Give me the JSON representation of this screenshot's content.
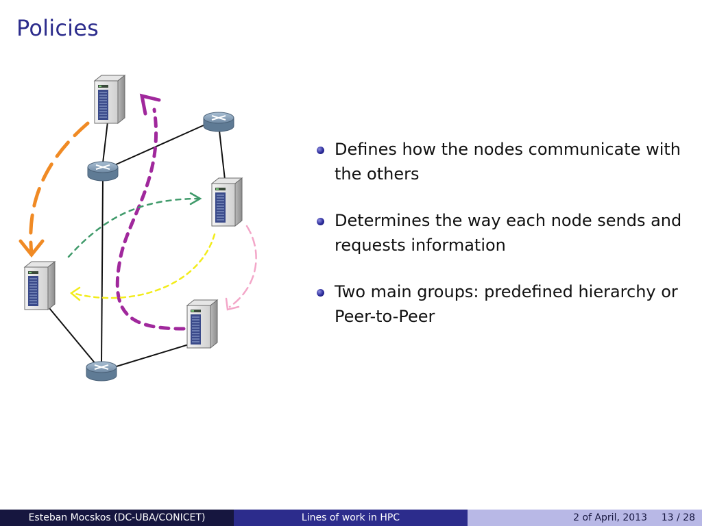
{
  "slide": {
    "title": "Policies"
  },
  "bullets": [
    "Defines how the nodes communicate with the others",
    "Determines the way each node sends and requests information",
    "Two main groups: predefined hierarchy or Peer-to-Peer"
  ],
  "footer": {
    "author": "Esteban Mocskos  (DC-UBA/CONICET)",
    "talk_title": "Lines of work in HPC",
    "date": "2 of April, 2013",
    "page": "13 / 28"
  },
  "colors": {
    "title": "#2c2c8c",
    "footer_dark": "#16163f",
    "footer_mid": "#2c2c8c",
    "footer_light": "#b8b8e6",
    "arrow_orange": "#f08a24",
    "arrow_purple": "#a0289c",
    "arrow_green": "#3f9a6a",
    "arrow_yellow": "#f2ec1a",
    "arrow_pink": "#f3a6c8"
  },
  "diagram": {
    "nodes": [
      {
        "id": "server-top",
        "kind": "server",
        "icon": "server-icon"
      },
      {
        "id": "server-mid-right",
        "kind": "server",
        "icon": "server-icon"
      },
      {
        "id": "server-left",
        "kind": "server",
        "icon": "server-icon"
      },
      {
        "id": "server-bottom-right",
        "kind": "server",
        "icon": "server-icon"
      },
      {
        "id": "router-upper-left",
        "kind": "router",
        "icon": "router-icon"
      },
      {
        "id": "router-upper-right",
        "kind": "router",
        "icon": "router-icon"
      },
      {
        "id": "router-bottom",
        "kind": "router",
        "icon": "router-icon"
      }
    ],
    "links": [
      [
        "server-top",
        "router-upper-left"
      ],
      [
        "router-upper-left",
        "router-upper-right"
      ],
      [
        "router-upper-right",
        "server-mid-right"
      ],
      [
        "router-upper-left",
        "router-bottom"
      ],
      [
        "server-left",
        "router-bottom"
      ],
      [
        "router-bottom",
        "server-bottom-right"
      ]
    ]
  }
}
